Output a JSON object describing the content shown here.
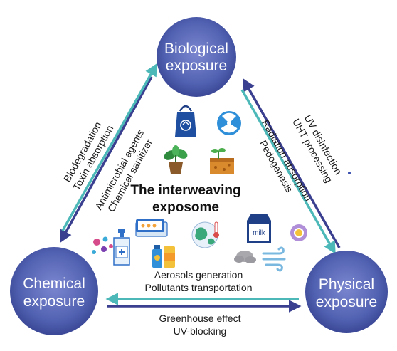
{
  "center_title": [
    "The interweaving",
    "exposome"
  ],
  "nodes": {
    "biological": [
      "Biological",
      "exposure"
    ],
    "chemical": [
      "Chemical",
      "exposure"
    ],
    "physical": [
      "Physical",
      "exposure"
    ]
  },
  "edges": {
    "bio_chem_outer": [
      "Biodegradation",
      "Toxin absorption"
    ],
    "bio_chem_inner": [
      "Antimicrobial agents",
      "Chemical sanitizer"
    ],
    "bio_phys_inner": [
      "Radiation absorption",
      "Pedogenesis"
    ],
    "bio_phys_outer": [
      "UV disinfection",
      "UHT processing"
    ],
    "chem_phys_inner": [
      "Aerosols generation",
      "Pollutants transportation"
    ],
    "chem_phys_outer": [
      "Greenhouse effect",
      "UV-blocking"
    ]
  },
  "icons": [
    {
      "name": "recycle-bag-icon",
      "label": ""
    },
    {
      "name": "radiation-icon",
      "label": ""
    },
    {
      "name": "plant-pot-icon",
      "label": ""
    },
    {
      "name": "soil-sprout-icon",
      "label": ""
    },
    {
      "name": "milk-carton-icon",
      "label": "milk"
    },
    {
      "name": "sun-ring-icon",
      "label": ""
    },
    {
      "name": "bacteria-icon",
      "label": ""
    },
    {
      "name": "sanitizer-bottle-icon",
      "label": ""
    },
    {
      "name": "pill-pack-icon",
      "label": ""
    },
    {
      "name": "globe-thermometer-icon",
      "label": ""
    },
    {
      "name": "sunscreen-icon",
      "label": ""
    },
    {
      "name": "smog-cloud-icon",
      "label": ""
    },
    {
      "name": "wind-icon",
      "label": ""
    }
  ],
  "colors": {
    "node_fill": "#4f5fb0",
    "arrow_dark": "#3a3f8f",
    "arrow_teal": "#4db8b8"
  }
}
